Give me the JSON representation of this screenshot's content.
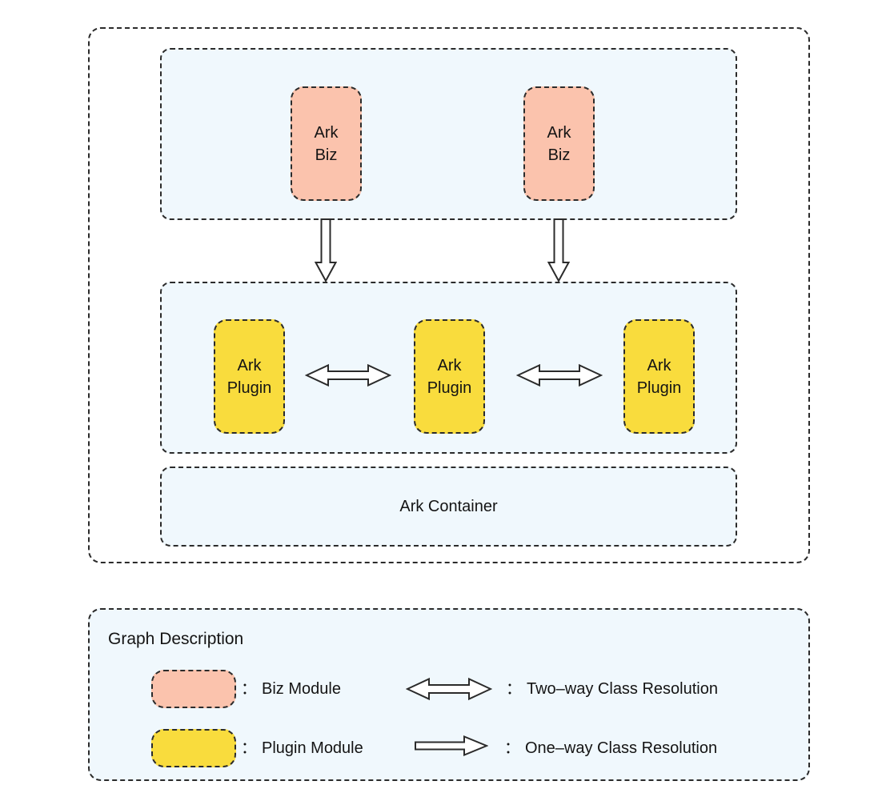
{
  "palette": {
    "biz_module_fill": "#FBC3AD",
    "plugin_module_fill": "#F9DC3D",
    "layer_fill": "#F0F8FD",
    "dash_border": "#2B2B2B",
    "arrow_fill": "#FFFFFF"
  },
  "architecture": {
    "biz_layer": {
      "nodes": [
        {
          "label": "Ark\nBiz"
        },
        {
          "label": "Ark\nBiz"
        }
      ]
    },
    "plugin_layer": {
      "nodes": [
        {
          "label": "Ark\nPlugin"
        },
        {
          "label": "Ark\nPlugin"
        },
        {
          "label": "Ark\nPlugin"
        }
      ]
    },
    "container_label": "Ark Container"
  },
  "legend": {
    "title": "Graph Description",
    "items": [
      {
        "icon": "biz-module-swatch",
        "colon": "：",
        "label": "Biz Module"
      },
      {
        "icon": "two-way-arrow",
        "colon": "：",
        "label": "Two–way Class Resolution"
      },
      {
        "icon": "plugin-module-swatch",
        "colon": "：",
        "label": "Plugin Module"
      },
      {
        "icon": "one-way-arrow",
        "colon": "：",
        "label": "One–way Class Resolution"
      }
    ]
  }
}
